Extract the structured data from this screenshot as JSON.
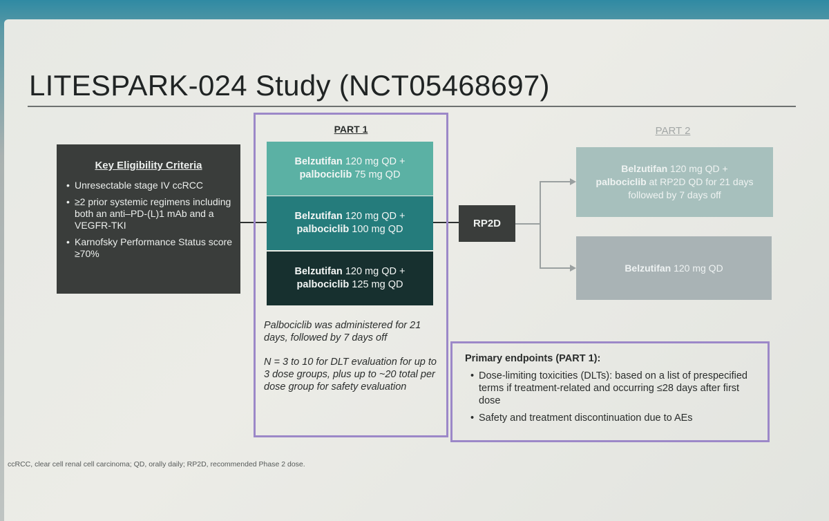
{
  "title": "LITESPARK-024 Study (NCT05468697)",
  "eligibility": {
    "heading": "Key Eligibility Criteria",
    "items": [
      "Unresectable stage IV ccRCC",
      "≥2 prior systemic regimens including both an anti–PD-(L)1 mAb and a VEGFR-TKI",
      "Karnofsky Performance Status score ≥70%"
    ]
  },
  "part1": {
    "label": "PART 1",
    "doses": [
      {
        "drug": "Belzutifan",
        "rest": " 120 mg QD +",
        "drug2": "palbociclib",
        "rest2": " 75 mg QD",
        "color": "#5bb1a4"
      },
      {
        "drug": "Belzutifan",
        "rest": " 120 mg QD +",
        "drug2": "palbociclib",
        "rest2": " 100 mg QD",
        "color": "#257c7c"
      },
      {
        "drug": "Belzutifan",
        "rest": " 120 mg QD +",
        "drug2": "palbociclib",
        "rest2": " 125 mg QD",
        "color": "#17302f"
      }
    ],
    "note1": "Palbociclib was administered for 21 days, followed by 7 days off",
    "note2": "N = 3 to 10 for DLT evaluation for up to 3 dose groups, plus up to ~20 total per dose group for safety evaluation"
  },
  "rp2d": "RP2D",
  "part2": {
    "label": "PART 2",
    "arm_a": {
      "drug": "Belzutifan",
      "text1": " 120 mg QD +",
      "drug2": "palbociclib",
      "text2": " at RP2D QD for 21 days followed by 7 days off"
    },
    "arm_b": {
      "drug": "Belzutifan",
      "text": " 120 mg QD"
    }
  },
  "endpoints": {
    "heading": "Primary endpoints (PART 1):",
    "items": [
      "Dose-limiting toxicities (DLTs): based on a list of prespecified terms if treatment-related and occurring ≤28 days after first dose",
      "Safety and treatment discontinuation due to AEs"
    ]
  },
  "footnote": "ccRCC, clear cell renal cell carcinoma; QD, orally daily; RP2D, recommended Phase 2 dose.",
  "colors": {
    "frame": "#9c88c8",
    "dark_box": "#3a3d3b"
  }
}
